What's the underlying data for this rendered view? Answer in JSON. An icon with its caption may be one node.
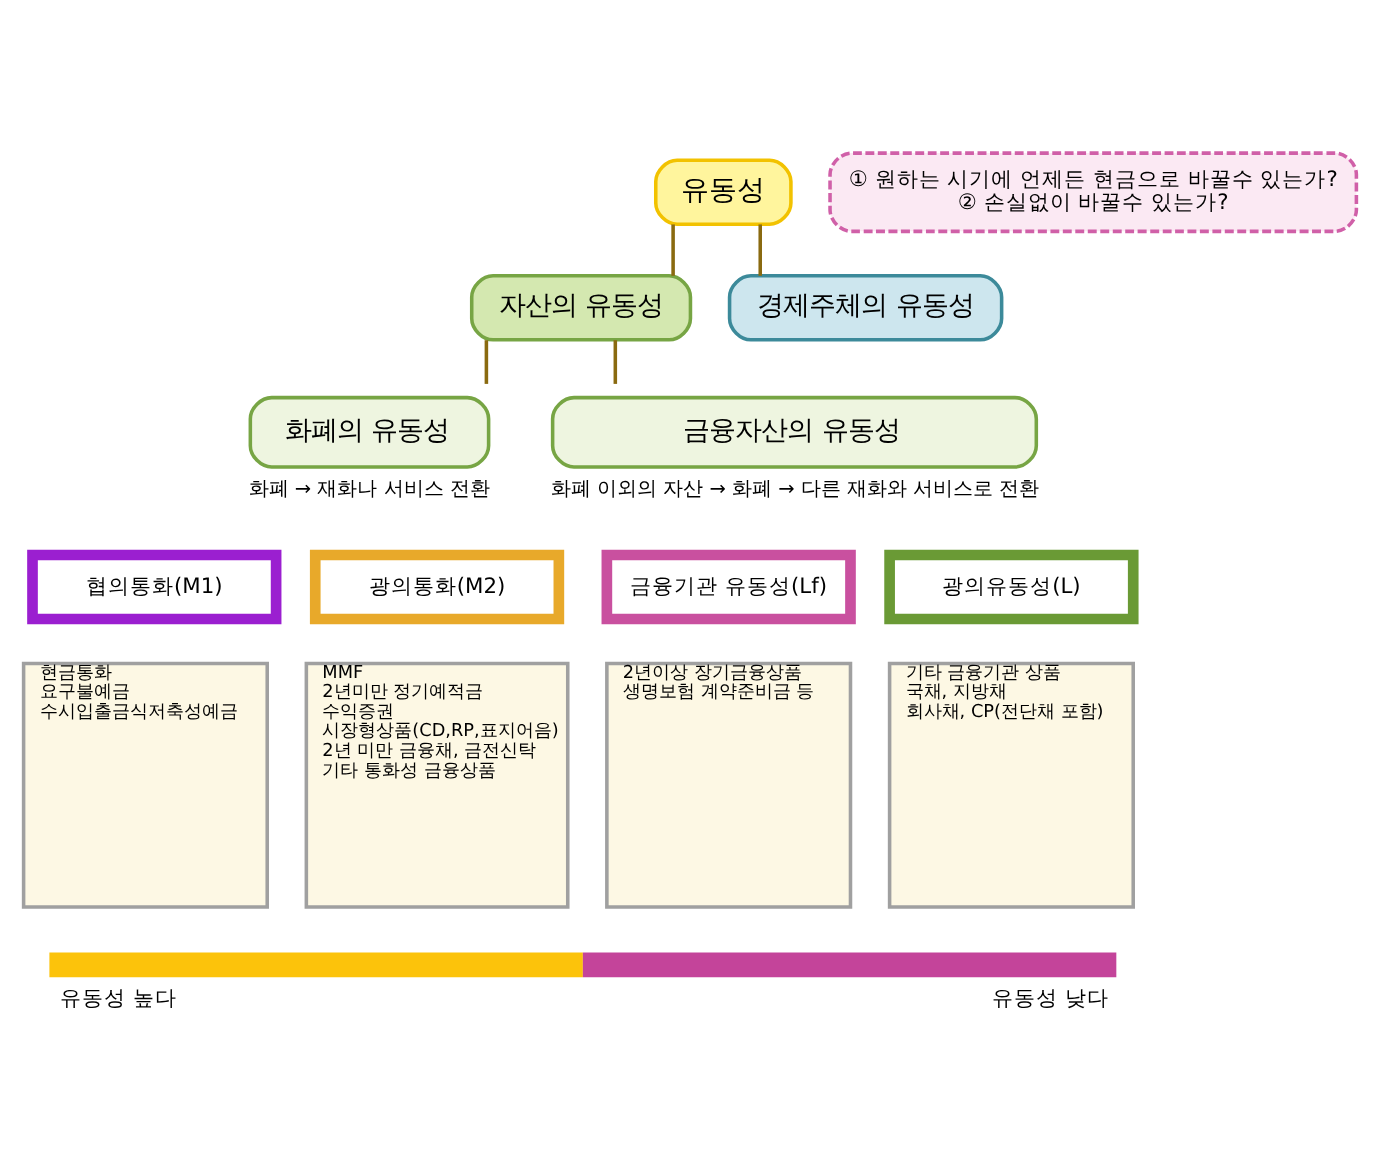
{
  "diagram": {
    "nodes": [
      {
        "text": [
          "유동성"
        ]
      },
      {
        "text": [
          "① 원하는 시기에 언제든 현금으로 바꿀수 있는가?",
          "② 손실없이 바꿀수 있는가?"
        ]
      },
      {
        "text": [
          "자산의 유동성"
        ]
      },
      {
        "text": [
          "경제주체의 유동성"
        ]
      },
      {
        "text": [
          "화폐의 유동성"
        ],
        "beside": [
          "화폐 → 재화나 서비스 전환"
        ]
      },
      {
        "text": [
          "금융자산의 유동성"
        ],
        "beside": [
          "화폐 이외의 자산 → 화폐 → 다른 재화와 서비스로 전환"
        ]
      },
      {
        "text": [
          "협의통화(M1)"
        ]
      },
      {
        "text": [
          "광의통화(M2)"
        ]
      },
      {
        "text": [
          "금융기관 유동성(Lf)"
        ]
      },
      {
        "text": [
          "광의유동성(L)"
        ]
      },
      {
        "text": [
          "현금통화",
          "요구불예금",
          "수시입출금식저축성예금"
        ]
      },
      {
        "text": [
          "MMF",
          "2년미만 정기예적금",
          "수익증권",
          "시장형상품(CD,RP,표지어음)",
          "2년 미만 금융채, 금전신탁",
          "기타 통화성 금융상품"
        ]
      },
      {
        "text": [
          "2년이상 장기금융상품",
          "생명보험 계약준비금 등"
        ]
      },
      {
        "text": [
          "기타 금융기관 상품",
          "국채, 지방채",
          "회사채, CP(전단채 포함)"
        ]
      }
    ],
    "edges": [
      {
        "from": 0,
        "to": 2,
        "arrow": "none"
      },
      {
        "from": 0,
        "to": 3,
        "arrow": "none"
      },
      {
        "from": 2,
        "to": 4,
        "arrow": "none"
      },
      {
        "from": 2,
        "to": 5,
        "arrow": "none"
      }
    ],
    "labels": [
      "유동성 높다",
      "유동성 낮다"
    ]
  }
}
